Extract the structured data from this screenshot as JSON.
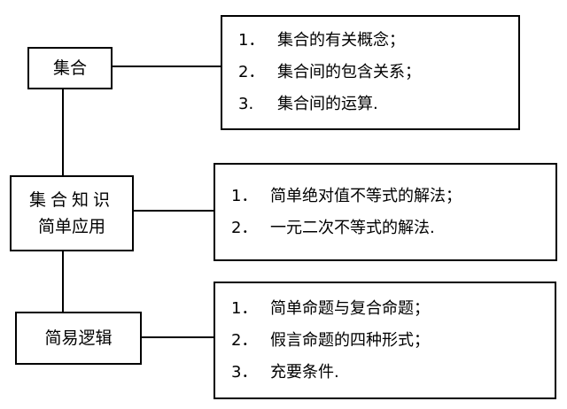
{
  "nodes": {
    "set": {
      "label": "集合"
    },
    "set_knowledge": {
      "line1": "集合知识",
      "line2": "简单应用"
    },
    "logic": {
      "label": "简易逻辑"
    }
  },
  "lists": {
    "set_topics": [
      {
        "num": "1．",
        "text": "集合的有关概念；"
      },
      {
        "num": "2．",
        "text": "集合间的包含关系；"
      },
      {
        "num": "3.",
        "text": "集合间的运算."
      }
    ],
    "inequality_topics": [
      {
        "num": "1．",
        "text": "简单绝对值不等式的解法；"
      },
      {
        "num": "2．",
        "text": "一元二次不等式的解法."
      }
    ],
    "logic_topics": [
      {
        "num": "1．",
        "text": "简单命题与复合命题；"
      },
      {
        "num": "2．",
        "text": "假言命题的四种形式；"
      },
      {
        "num": "3．",
        "text": "充要条件."
      }
    ]
  },
  "colors": {
    "stroke": "#000000",
    "background": "#ffffff"
  }
}
